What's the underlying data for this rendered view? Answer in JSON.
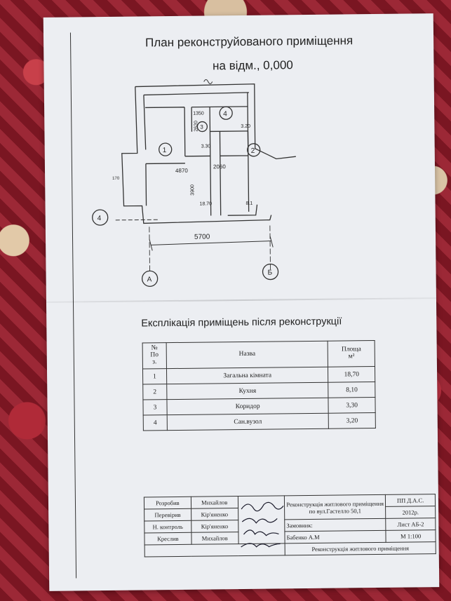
{
  "plan": {
    "title_line1": "План реконструйованого приміщення",
    "title_line2": "на відм., 0,000",
    "room_numbers": [
      "1",
      "2",
      "3",
      "4"
    ],
    "dimensions": [
      "1350",
      "2620",
      "3.30",
      "3.20",
      "4870",
      "2060",
      "3900",
      "18.70",
      "8.1",
      "5700",
      "170"
    ],
    "axis_labels": [
      "4",
      "А",
      "Б"
    ]
  },
  "explication": {
    "title": "Експлікація приміщень після реконструкції",
    "headers": {
      "no": [
        "№",
        "По",
        "з."
      ],
      "name": "Назва",
      "area": [
        "Площа",
        "м²"
      ]
    },
    "rows": [
      {
        "no": "1",
        "name": "Загальна кімната",
        "area": "18,70"
      },
      {
        "no": "2",
        "name": "Кухня",
        "area": "8,10"
      },
      {
        "no": "3",
        "name": "Коридор",
        "area": "3,30"
      },
      {
        "no": "4",
        "name": "Сан.вузол",
        "area": "3,20"
      }
    ]
  },
  "stamp": {
    "roles": [
      "Розробив",
      "Перевірив",
      "Н. контроль",
      "Креслив"
    ],
    "names": [
      "Михайлов",
      "Кір'яненко",
      "Кір'яненко",
      "Михайлов"
    ],
    "project": "Реконструкція житлового приміщення по вул.Гастелло 50,1",
    "company": "ПП Д.А.С.",
    "year": "2012р.",
    "customer_label": "Замовник:",
    "customer": "Бабенко А.М",
    "sheet": "Лист АБ-2",
    "scale": "М 1:100",
    "footer": "Реконструкція житлового приміщення"
  }
}
